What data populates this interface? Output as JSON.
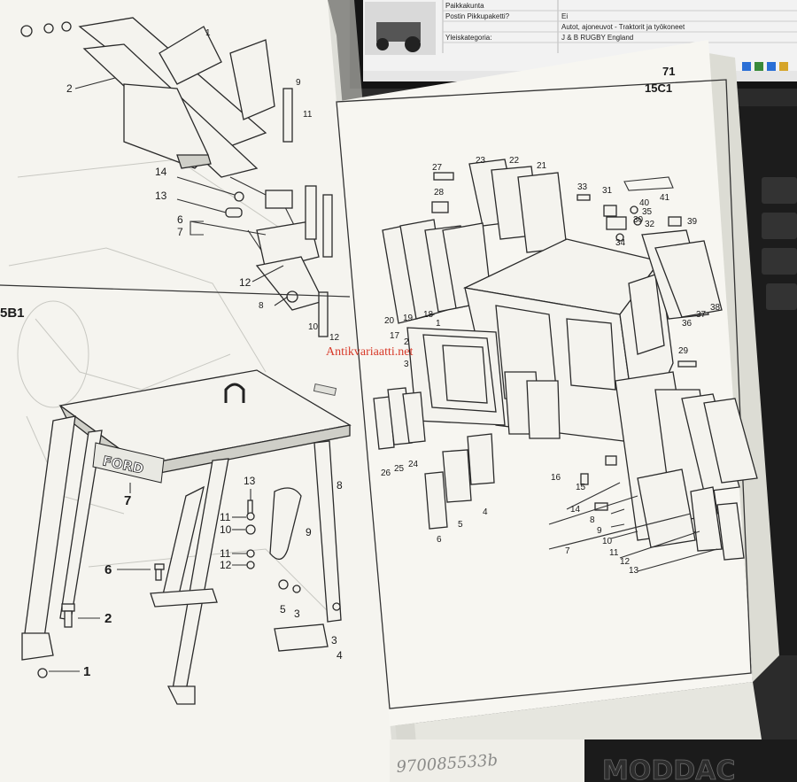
{
  "monitor": {
    "rows": [
      {
        "label": "Paikkakunta",
        "value": ""
      },
      {
        "label": "Postin Pikkupaketti?",
        "value": "Ei"
      },
      {
        "label": "",
        "value": "Autot, ajoneuvot - Traktorit ja työkoneet"
      },
      {
        "label": "Yleiskategoria:",
        "value": ""
      },
      {
        "label": "",
        "value": "J & B RUGBY England"
      }
    ]
  },
  "watermark": "Antikvariaatti.net",
  "left_page": {
    "section_label": "5B1",
    "canopy_logo": "FORD",
    "top_callouts": [
      "1",
      "2",
      "9",
      "11",
      "14",
      "13",
      "6",
      "7",
      "12",
      "8",
      "10",
      "12"
    ],
    "callouts": [
      "13",
      "11",
      "10",
      "9",
      "11",
      "12",
      "6",
      "2",
      "1",
      "5",
      "3",
      "3",
      "4",
      "7",
      "8"
    ]
  },
  "right_page": {
    "page_number": "71",
    "section_label": "15C1",
    "callouts": [
      "27",
      "23",
      "22",
      "21",
      "28",
      "33",
      "31",
      "40",
      "41",
      "35",
      "30",
      "34",
      "32",
      "39",
      "20",
      "19",
      "18",
      "17",
      "1",
      "2",
      "3",
      "36",
      "37",
      "38",
      "29",
      "26",
      "25",
      "24",
      "6",
      "5",
      "4",
      "16",
      "15",
      "14",
      "8",
      "9",
      "10",
      "7",
      "11",
      "12",
      "13"
    ]
  },
  "handwriting": "970085533b",
  "keyboard_text": "MODDAC"
}
